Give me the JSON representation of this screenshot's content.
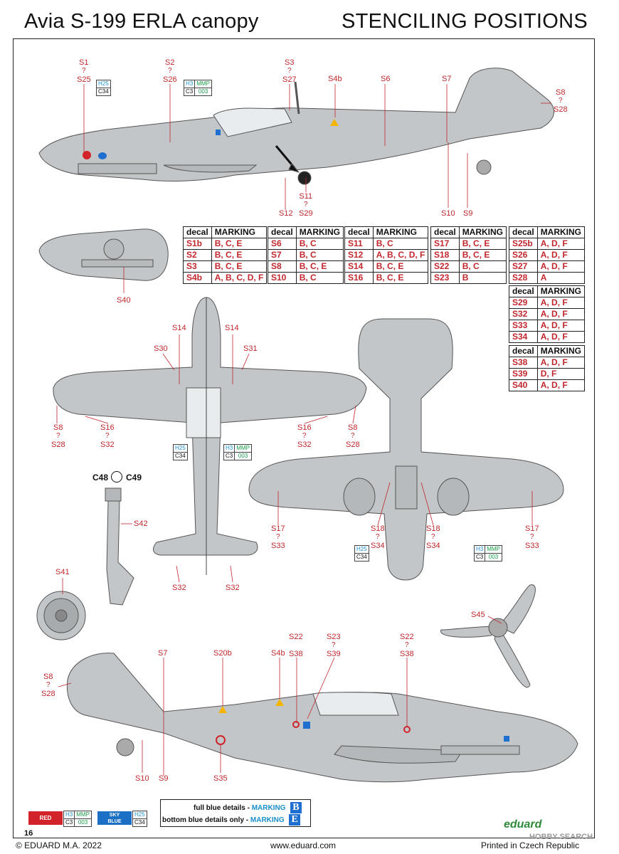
{
  "header": {
    "title": "Avia S-199 ERLA canopy",
    "section": "STENCILING POSITIONS"
  },
  "labels": {
    "s1_s25": [
      "S1",
      "?",
      "S25"
    ],
    "s2_s26": [
      "S2",
      "?",
      "S26"
    ],
    "s3_s27": [
      "S3",
      "?",
      "S27"
    ],
    "s4b_top": "S4b",
    "s6": "S6",
    "s7_top": "S7",
    "s8_s28_top": [
      "S8",
      "?",
      "S28"
    ],
    "s11_s29": [
      "S11",
      "?",
      "S29"
    ],
    "s12": "S12",
    "s10_top": "S10",
    "s9_top": "S9",
    "s40": "S40",
    "s14_l": "S14",
    "s14_r": "S14",
    "s30": "S30",
    "s31": "S31",
    "s8_s28_wl": [
      "S8",
      "?",
      "S28"
    ],
    "s16_s32_l": [
      "S16",
      "?",
      "S32"
    ],
    "s16_s32_r": [
      "S16",
      "?",
      "S32"
    ],
    "s8_s28_wr": [
      "S8",
      "?",
      "S28"
    ],
    "c48": "C48",
    "c49": "C49",
    "s42": "S42",
    "s32_l": "S32",
    "s32_r": "S32",
    "s41": "S41",
    "s17_s33_l": [
      "S17",
      "?",
      "S33"
    ],
    "s18_s34_l": [
      "S18",
      "?",
      "S34"
    ],
    "s18_s34_r": [
      "S18",
      "?",
      "S34"
    ],
    "s17_s33_r": [
      "S17",
      "?",
      "S33"
    ],
    "s45": "S45",
    "s8_s28_bot": [
      "S8",
      "?",
      "S28"
    ],
    "s7_bot": "S7",
    "s20b": "S20b",
    "s4b_bot": "S4b",
    "s22_s38_a": [
      "S22",
      "S38"
    ],
    "s23_s39": [
      "S23",
      "?",
      "S39"
    ],
    "s22_s38_b": [
      "S22",
      "?",
      "S38"
    ],
    "s10_bot": "S10",
    "s9_bot": "S9",
    "s35": "S35"
  },
  "paints": {
    "h25_c34": {
      "top": "H25",
      "bottom": "C34"
    },
    "h3_mmp": {
      "a": "H3",
      "b": "MMP",
      "c": "C3",
      "d": "003"
    }
  },
  "tables": [
    {
      "header": [
        "decal",
        "MARKING"
      ],
      "rows": [
        [
          "S1b",
          "B, C, E"
        ],
        [
          "S2",
          "B, C, E"
        ],
        [
          "S3",
          "B, C, E"
        ],
        [
          "S4b",
          "A, B, C, D, F"
        ]
      ]
    },
    {
      "header": [
        "decal",
        "MARKING"
      ],
      "rows": [
        [
          "S6",
          "B, C"
        ],
        [
          "S7",
          "B, C"
        ],
        [
          "S8",
          "B, C, E"
        ],
        [
          "S10",
          "B, C"
        ]
      ]
    },
    {
      "header": [
        "decal",
        "MARKING"
      ],
      "rows": [
        [
          "S11",
          "B, C"
        ],
        [
          "S12",
          "A, B, C, D, F"
        ],
        [
          "S14",
          "B, C, E"
        ],
        [
          "S16",
          "B, C, E"
        ]
      ]
    },
    {
      "header": [
        "decal",
        "MARKING"
      ],
      "rows": [
        [
          "S17",
          "B, C, E"
        ],
        [
          "S18",
          "B, C, E"
        ],
        [
          "S22",
          "B, C"
        ],
        [
          "S23",
          "B"
        ]
      ]
    },
    {
      "header": [
        "decal",
        "MARKING"
      ],
      "rows": [
        [
          "S25b",
          "A, D, F"
        ],
        [
          "S26",
          "A, D, F"
        ],
        [
          "S27",
          "A, D, F"
        ],
        [
          "S28",
          "A"
        ]
      ]
    },
    {
      "header": [
        "decal",
        "MARKING"
      ],
      "rows": [
        [
          "S29",
          "A, D, F"
        ],
        [
          "S32",
          "A, D, F"
        ],
        [
          "S33",
          "A, D, F"
        ],
        [
          "S34",
          "A, D, F"
        ]
      ]
    },
    {
      "header": [
        "decal",
        "MARKING"
      ],
      "rows": [
        [
          "S38",
          "A, D, F"
        ],
        [
          "S39",
          "D, F"
        ],
        [
          "S40",
          "A, D, F"
        ]
      ]
    }
  ],
  "legend": {
    "full": {
      "text": "full blue details - ",
      "marking": "MARKING",
      "letter": "B"
    },
    "bottom": {
      "text": "bottom blue details only - ",
      "marking": "MARKING",
      "letter": "E"
    }
  },
  "colors_key": {
    "red": {
      "label": "RED",
      "a": "H3",
      "b": "MMP",
      "c": "C3",
      "d": "003",
      "swatch": "#d2232a"
    },
    "sky": {
      "label1": "SKY",
      "label2": "BLUE",
      "a": "H25",
      "c": "C34",
      "swatch": "#1b6fc4"
    }
  },
  "colors": {
    "aircraft_grey": "#c3c6c8",
    "stencil_red": "#c1272d",
    "accent_blue": "#1e6fd0",
    "paint_green": "#1a9a4a",
    "paint_blue": "#1a8fc9"
  },
  "footer": {
    "page": "16",
    "copyright": "© EDUARD M.A. 2022",
    "url": "www.eduard.com",
    "printed": "Printed in Czech Republic",
    "brand": "eduard",
    "watermark": "HOBBY SEARCH"
  }
}
